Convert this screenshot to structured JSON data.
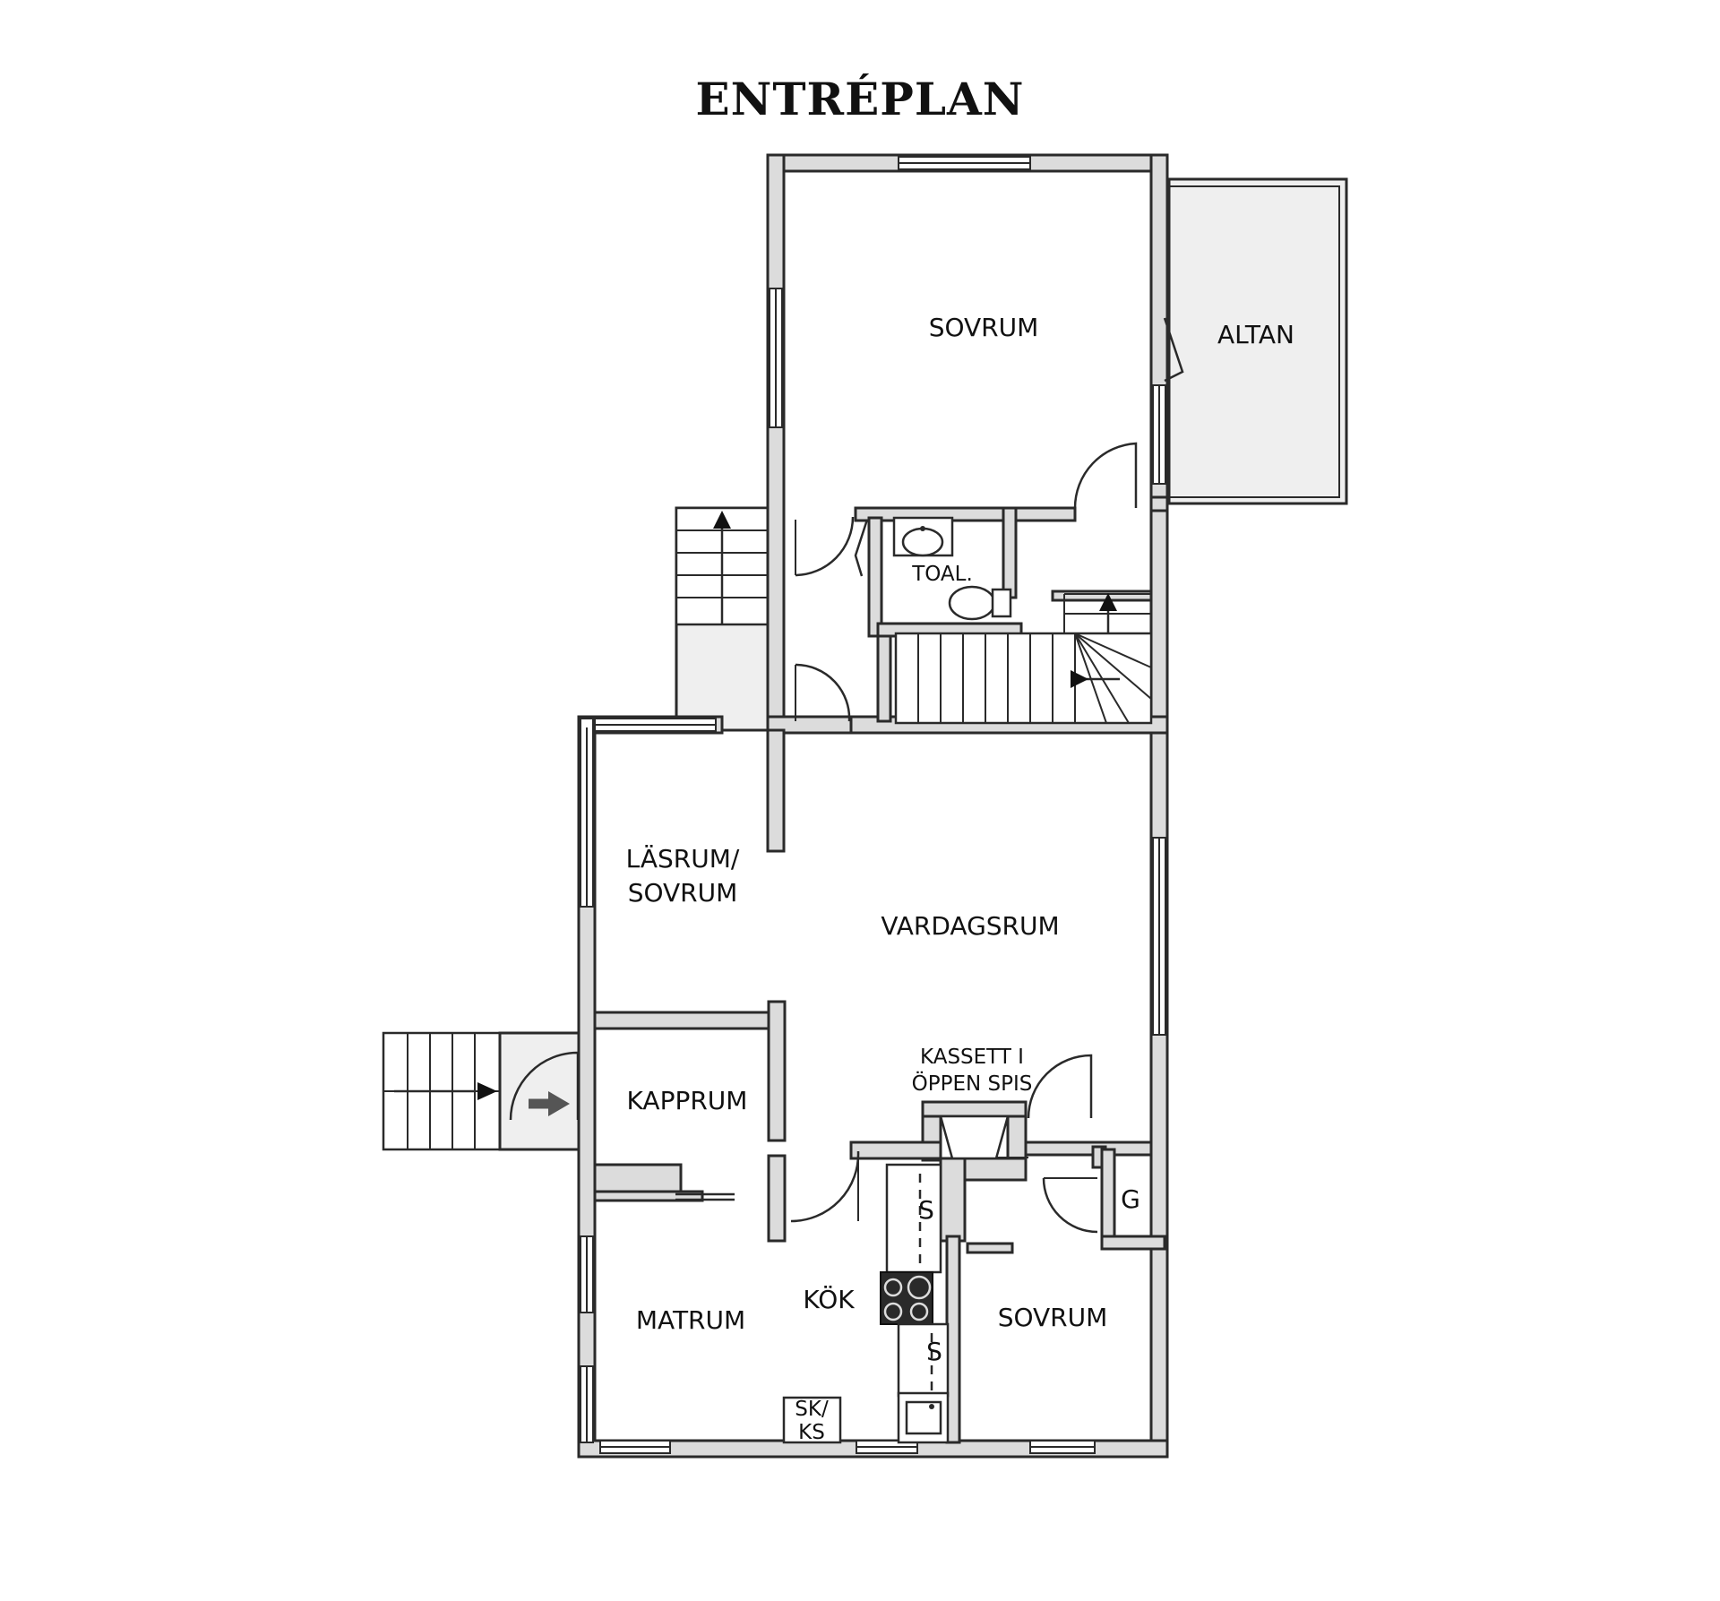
{
  "title": "ENTRÉPLAN",
  "rooms": {
    "sovrum_top": "SOVRUM",
    "altan": "ALTAN",
    "toal": "TOAL.",
    "lasrum_line1": "LÄSRUM/",
    "lasrum_line2": "SOVRUM",
    "vardagsrum": "VARDAGSRUM",
    "kassett_line1": "KASSETT I",
    "kassett_line2": "ÖPPEN SPIS",
    "kapprum": "KAPPRUM",
    "g": "G",
    "matrum": "MATRUM",
    "kok": "KÖK",
    "sovrum_bottom": "SOVRUM",
    "s_upper": "S",
    "s_lower": "S",
    "skks_line1": "SK/",
    "skks_line2": "KS"
  }
}
